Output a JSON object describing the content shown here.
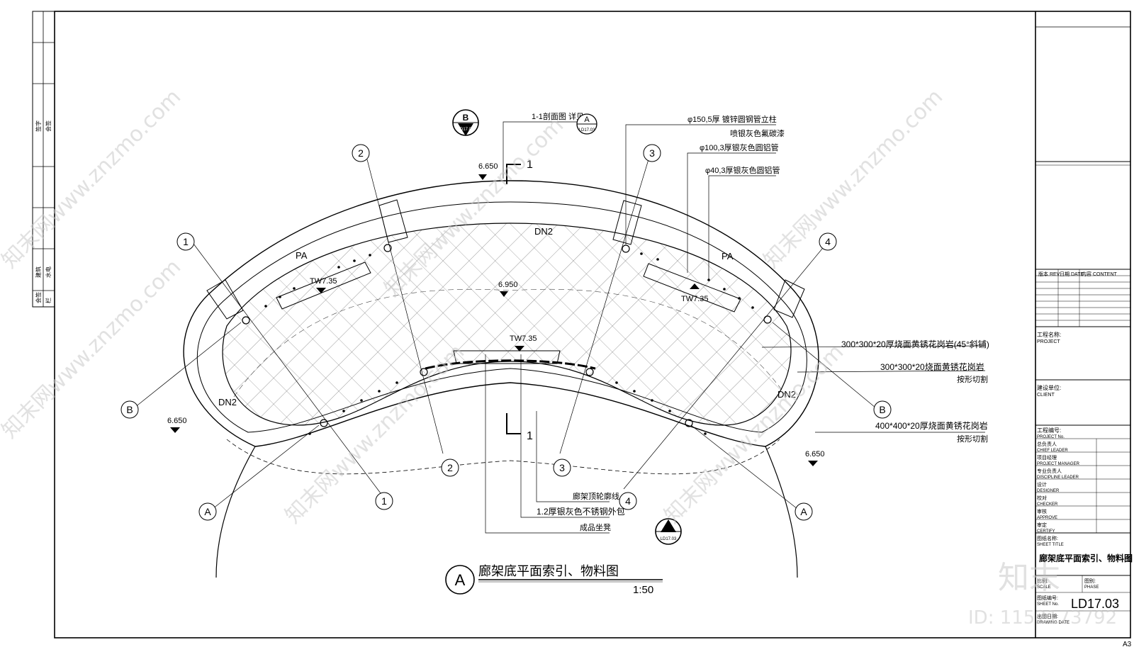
{
  "plan": {
    "callouts": {
      "col_150": "φ150,5厚 镀锌圆钢管立柱",
      "col_150_finish": "喷银灰色氟碳漆",
      "tube_100": "φ100,3厚银灰色圆铝管",
      "tube_40": "φ40,3厚银灰色圆铝管",
      "section_ref": "1-1剖面图 详见",
      "paving_45": "300*300*20厚烧面黄锈花岗岩(45°斜铺)",
      "paving_300": "300*300*20烧面黄锈花岗岩",
      "cut_to_shape_1": "按形切割",
      "paving_400": "400*400*20厚烧面黄锈花岗岩",
      "cut_to_shape_2": "按形切割",
      "ceiling_line": "廊架顶轮廓线",
      "stainless_wrap": "1.2厚银灰色不锈钢外包",
      "bench": "成品坐凳"
    },
    "levels": {
      "top_left": "6.650",
      "center": "6.950",
      "left": "6.650",
      "right": "6.650",
      "tw_left": "TW7.35",
      "tw_center": "TW7.35",
      "tw_right": "TW7.35"
    },
    "labels": {
      "pa_left": "PA",
      "pa_right": "PA",
      "dn2_top": "DN2",
      "dn2_left": "DN2",
      "dn2_right": "DN2"
    },
    "section_mark": "1",
    "bubbles": {
      "n1": "1",
      "n2": "2",
      "n3": "3",
      "n4": "4",
      "a": "A",
      "b": "B"
    },
    "detail_marker": {
      "letter_b": "B",
      "letter_a": "A",
      "sheet": "LD17.03"
    },
    "title": {
      "mark": "A",
      "name": "廊架底平面索引、物料图",
      "scale": "1:50"
    }
  },
  "left_strip": {
    "l1": "签字",
    "l2": "会签",
    "l3": "建筑",
    "l4": "水电",
    "l5": "会签",
    "l6": "栏"
  },
  "title_block": {
    "rev_header": [
      "版本 REV",
      "日期 DATE",
      "内容 CONTENT"
    ],
    "project": "工程名称:",
    "project_en": "PROJECT",
    "client": "建设单位:",
    "client_en": "CLIENT",
    "project_no": "工程编号:",
    "project_no_en": "PROJECT No.",
    "chief": "总负责人",
    "chief_en": "CHIEF LEADER",
    "pm": "项目经理",
    "pm_en": "PROJECT MANAGER",
    "discipline": "专业负责人",
    "discipline_en": "DISCIPLINE LEADER",
    "designer": "设计",
    "designer_en": "DESIGNER",
    "checker": "校对",
    "checker_en": "CHECKER",
    "approve": "审核",
    "approve_en": "APPROVE",
    "certify": "审定",
    "certify_en": "CERTIFY",
    "sheet_title": "图纸名称:",
    "sheet_title_en": "SHEET TITLE",
    "sheet_name": "廊架底平面索引、物料图",
    "scale": "比例:",
    "scale_en": "SCALE",
    "phase": "图别:",
    "phase_en": "PHASE",
    "sheet_no": "图纸编号:",
    "sheet_no_en": "SHEET No.",
    "sheet_no_value": "LD17.03",
    "date": "出图日期:",
    "date_en": "DRAWING DATE"
  },
  "paper_size": "A3",
  "watermark": {
    "site": "知末网www.znzmo.com",
    "brand": "知末",
    "id": "ID: 1152173792"
  }
}
